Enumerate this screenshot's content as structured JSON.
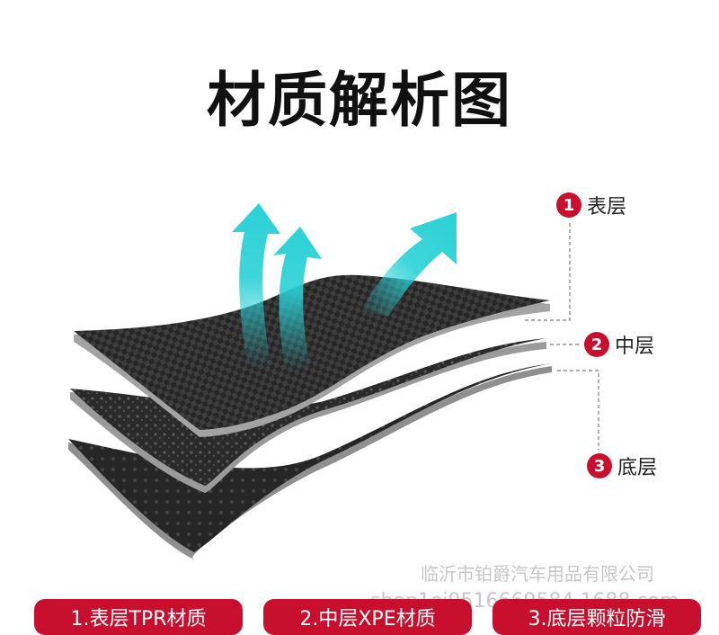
{
  "title": "材质解析图",
  "layers": [
    {
      "number": "1",
      "label": "表层"
    },
    {
      "number": "2",
      "label": "中层"
    },
    {
      "number": "3",
      "label": "底层"
    }
  ],
  "buttons": [
    {
      "label": "1.表层TPR材质"
    },
    {
      "label": "2.中层XPE材质"
    },
    {
      "label": "3.底层颗粒防滑"
    }
  ],
  "watermark": {
    "company": "临沂市铂爵汽车用品有限公司",
    "shop": "shop1ej9516669584.1688.com"
  },
  "colors": {
    "accent": "#c8102e",
    "arrow": "#2ad1d6",
    "mat": "#2b2b2b",
    "edge": "#9a9a9a"
  },
  "icons": [
    "up-arrow-icon",
    "up-arrow-icon",
    "up-right-arrow-icon"
  ]
}
